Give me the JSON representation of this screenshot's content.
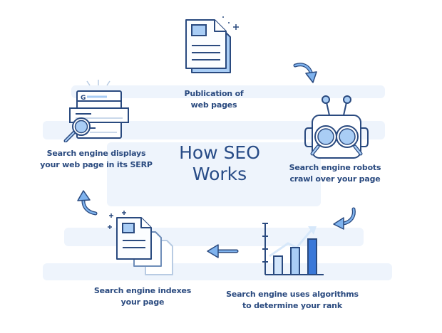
{
  "title": {
    "line1": "How SEO",
    "line2": "Works"
  },
  "colors": {
    "stroke": "#2a4a7f",
    "fill_light": "#a9cdf5",
    "fill_mid": "#7fb3ee",
    "fill_dark": "#3a78d8",
    "background_band": "#eef4fc",
    "text": "#2a4a7f"
  },
  "steps": [
    {
      "id": "publication",
      "icon": "document-stack-icon",
      "line1": "Publication of",
      "line2": "web pages"
    },
    {
      "id": "crawl",
      "icon": "robot-magnifier-icon",
      "line1": "Search engine robots",
      "line2": "crawl over your page"
    },
    {
      "id": "rank",
      "icon": "bar-chart-icon",
      "line1": "Search engine uses algorithms",
      "line2": "to determine your rank"
    },
    {
      "id": "index",
      "icon": "indexed-documents-icon",
      "line1": "Search engine indexes",
      "line2": "your page"
    },
    {
      "id": "serp",
      "icon": "serp-search-icon",
      "line1": "Search engine displays",
      "line2": "your web page in its SERP"
    }
  ],
  "serp_icon": {
    "search_letter": "G"
  },
  "arrows": [
    "curved-arrow-down-right",
    "curved-arrow-down-left",
    "arrow-left",
    "curved-arrow-up"
  ]
}
